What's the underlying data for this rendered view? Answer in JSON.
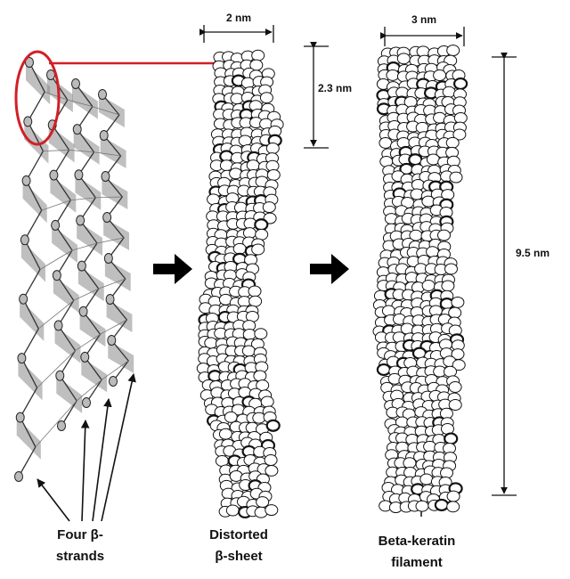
{
  "labels": {
    "strand_width": "2 nm",
    "filament_width": "3 nm",
    "sheet_height": "2.3 nm",
    "filament_height": "9.5 nm"
  },
  "captions": {
    "strands_line1": "Four β-",
    "strands_line2": "strands",
    "sheet_line1": "Distorted",
    "sheet_line2": "β-sheet",
    "filament_line1": "Beta-keratin",
    "filament_line2": "filament"
  },
  "colors": {
    "highlight": "#d21f26",
    "ink": "#111111",
    "strand_fill": "#8a8a8a"
  },
  "icons": [
    "right-arrow-icon"
  ]
}
